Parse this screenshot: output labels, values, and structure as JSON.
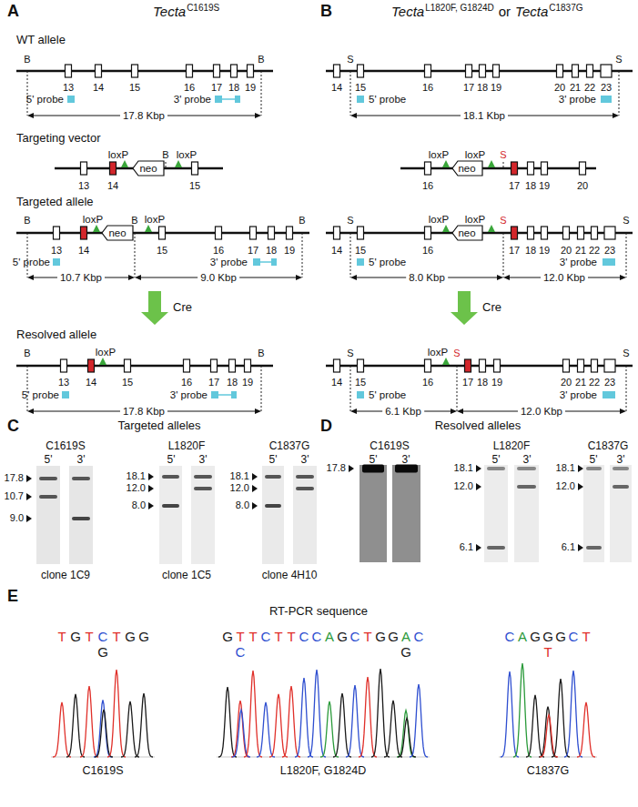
{
  "diagram": {
    "labels": [
      "A",
      "Tecta",
      "C1619S",
      "WT allele",
      "B",
      "B",
      "13",
      "14",
      "15",
      "16",
      "17",
      "18",
      "19",
      "5' probe",
      "3' probe",
      "17.8 Kbp",
      "Targeting vector",
      "loxP",
      "B",
      "loxP",
      "neo",
      "13",
      "14",
      "15",
      "Targeted allele",
      "B",
      "loxP",
      "B",
      "loxP",
      "B",
      "neo",
      "13",
      "14",
      "15",
      "16",
      "17",
      "18",
      "19",
      "5' probe",
      "3' probe",
      "10.7 Kbp",
      "9.0 Kbp",
      "Cre",
      "Resolved allele",
      "B",
      "loxP",
      "B",
      "13",
      "14",
      "15",
      "16",
      "17",
      "18",
      "19",
      "5' probe",
      "3' probe",
      "17.8 Kbp",
      "B",
      "Tecta",
      "L1820F, G1824D",
      "or",
      "Tecta",
      "C1837G",
      "S",
      "S",
      "14",
      "15",
      "16",
      "17",
      "18",
      "19",
      "20",
      "21",
      "22",
      "23",
      "5' probe",
      "3' probe",
      "18.1 Kbp",
      "loxP",
      "loxP",
      "S",
      "neo",
      "16",
      "17",
      "18",
      "19",
      "20",
      "S",
      "loxP",
      "loxP",
      "S",
      "S",
      "neo",
      "14",
      "15",
      "16",
      "17",
      "18",
      "19",
      "20",
      "21",
      "22",
      "23",
      "5' probe",
      "3' probe",
      "8.0 Kbp",
      "12.0 Kbp",
      "Cre",
      "S",
      "loxP",
      "S",
      "S",
      "14",
      "15",
      "16",
      "17",
      "18",
      "19",
      "20",
      "21",
      "22",
      "23",
      "5' probe",
      "3' probe",
      "6.1 Kbp",
      "12.0 Kbp",
      "C",
      "Targeted alleles",
      "C1619S",
      "5'",
      "3'",
      "17.8",
      "10.7",
      "9.0",
      "clone 1C9",
      "L1820F",
      "5'",
      "3'",
      "18.1",
      "12.0",
      "8.0",
      "clone 1C5",
      "C1837G",
      "5'",
      "3'",
      "18.1",
      "12.0",
      "8.0",
      "clone 4H10",
      "D",
      "Resolved alleles",
      "C1619S",
      "5'",
      "3'",
      "17.8",
      "L1820F",
      "5'",
      "3'",
      "18.1",
      "12.0",
      "6.1",
      "C1837G",
      "5'",
      "3'",
      "18.1",
      "12.0",
      "6.1",
      "E",
      "RT-PCR sequence",
      "T",
      "G",
      "T",
      "C",
      "T",
      "G",
      "G",
      "G",
      "C1619S",
      "G",
      "T",
      "T",
      "C",
      "T",
      "T",
      "C",
      "C",
      "A",
      "G",
      "C",
      "T",
      "G",
      "G",
      "A",
      "C",
      "C",
      "G",
      "L1820F, G1824D",
      "C",
      "A",
      "G",
      "G",
      "G",
      "C",
      "T",
      "T",
      "C1837G"
    ]
  }
}
